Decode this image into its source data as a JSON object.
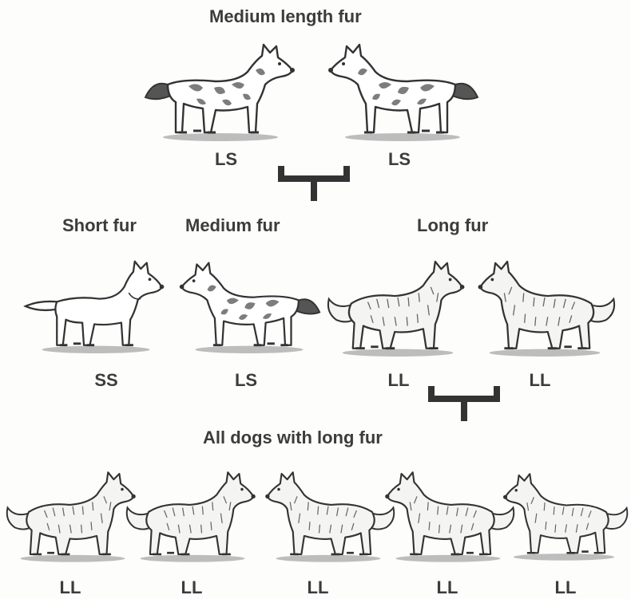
{
  "headings": {
    "parents": "Medium length fur",
    "short": "Short fur",
    "medium": "Medium fur",
    "long": "Long fur",
    "offspring": "All dogs with long fur"
  },
  "genotypes": {
    "parent_left": "LS",
    "parent_right": "LS",
    "row2_short": "SS",
    "row2_medium": "LS",
    "row2_long_left": "LL",
    "row2_long_right": "LL",
    "row3": [
      "LL",
      "LL",
      "LL",
      "LL",
      "LL"
    ]
  },
  "dog_icons": {
    "medium": "medium-fur-dog-icon",
    "short": "short-fur-dog-icon",
    "long": "long-fur-dog-icon"
  },
  "colors": {
    "ink": "#3a3a3a",
    "fur_patches": "#8a8a8a",
    "short_fill": "#ffffff",
    "long_fill": "#f4f4f2"
  }
}
